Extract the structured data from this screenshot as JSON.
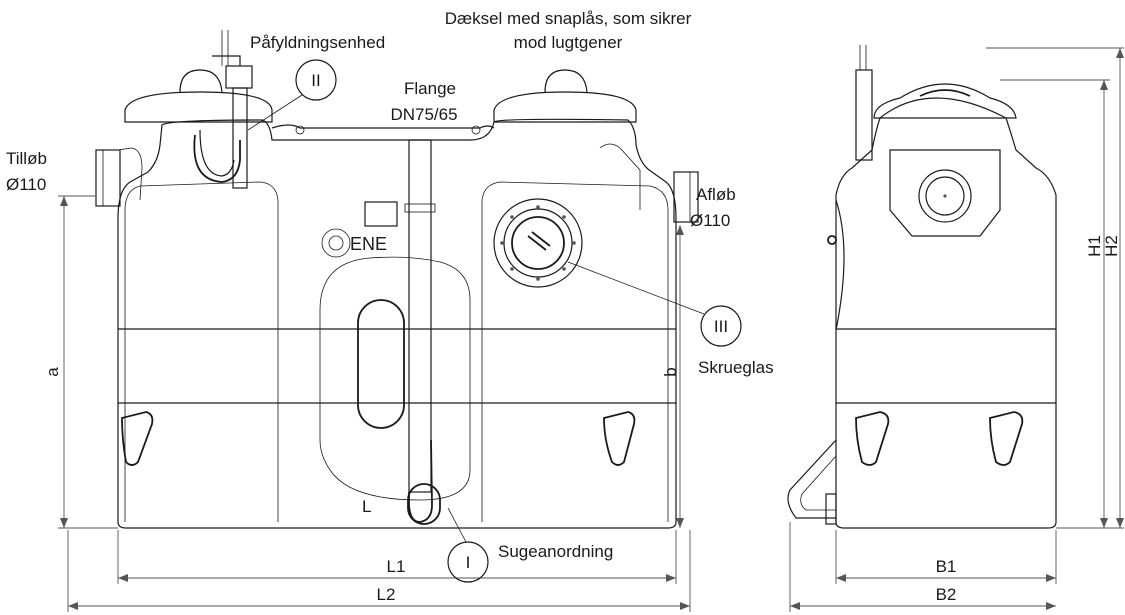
{
  "labels": {
    "cover": "Dæksel med snaplås, som sikrer",
    "cover2": "mod lugtgener",
    "filling_unit": "Påfyldningsenhed",
    "flange": "Flange",
    "flange_size": "DN75/65",
    "inlet": "Tilløb",
    "inlet_size": "Ø110",
    "outlet": "Afløb",
    "outlet_size": "Ø110",
    "sight_glass": "Skrueglas",
    "suction": "Sugeanordning",
    "logo_text": "ENE",
    "l_mark": "L"
  },
  "callouts": {
    "c1": "I",
    "c2": "II",
    "c3": "III"
  },
  "dimensions": {
    "a": "a",
    "b": "b",
    "L1": "L1",
    "L2": "L2",
    "B1": "B1",
    "B2": "B2",
    "H1": "H1",
    "H2": "H2"
  },
  "colors": {
    "line": "#1a1a1a",
    "dim_line": "#555555",
    "background": "#ffffff"
  }
}
